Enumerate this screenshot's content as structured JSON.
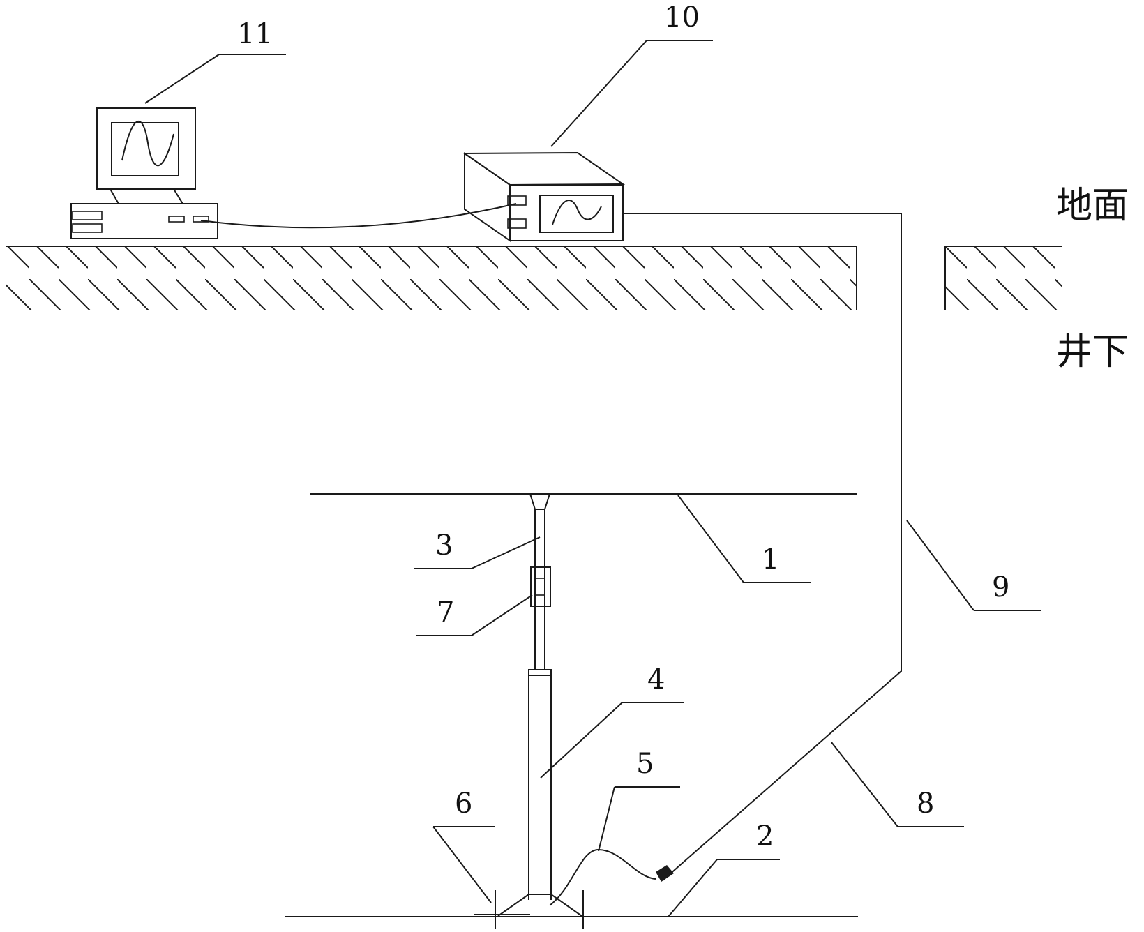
{
  "zones": {
    "surface": "地面",
    "underground": "井下"
  },
  "labels": {
    "l1": "1",
    "l2": "2",
    "l3": "3",
    "l4": "4",
    "l5": "5",
    "l6": "6",
    "l7": "7",
    "l8": "8",
    "l9": "9",
    "l10": "10",
    "l11": "11"
  },
  "icons": {
    "hatch": "ground-hatch-pattern",
    "wave": "sine-wave-icon"
  },
  "colors": {
    "line": "#1a1a1a",
    "background": "#ffffff"
  }
}
